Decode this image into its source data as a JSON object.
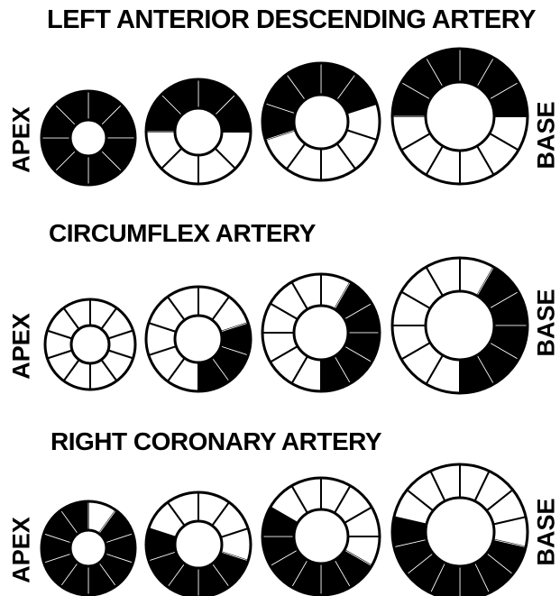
{
  "colors": {
    "fill": "#000000",
    "stroke": "#000000",
    "background": "#ffffff"
  },
  "labels": {
    "apex": "APEX",
    "base": "BASE"
  },
  "rows": [
    {
      "title": "LEFT ANTERIOR DESCENDING ARTERY",
      "rings": [
        {
          "segments": 8,
          "shaded": [
            0,
            1,
            2,
            3,
            4,
            5,
            6,
            7
          ]
        },
        {
          "segments": 8,
          "shaded": [
            0,
            1,
            6,
            7
          ]
        },
        {
          "segments": 10,
          "shaded": [
            0,
            1,
            7,
            8,
            9
          ]
        },
        {
          "segments": 12,
          "shaded": [
            0,
            1,
            2,
            9,
            10,
            11
          ]
        }
      ]
    },
    {
      "title": "CIRCUMFLEX  ARTERY",
      "rings": [
        {
          "segments": 10,
          "shaded": []
        },
        {
          "segments": 10,
          "shaded": [
            2,
            3,
            4
          ]
        },
        {
          "segments": 12,
          "shaded": [
            1,
            2,
            3,
            4,
            5
          ]
        },
        {
          "segments": 12,
          "shaded": [
            1,
            2,
            3,
            4,
            5
          ]
        }
      ]
    },
    {
      "title": "RIGHT CORONARY ARTERY",
      "rings": [
        {
          "segments": 10,
          "shaded": [
            1,
            2,
            3,
            4,
            5,
            6,
            7,
            8,
            9
          ]
        },
        {
          "segments": 10,
          "shaded": [
            3,
            4,
            5,
            6,
            7
          ]
        },
        {
          "segments": 12,
          "shaded": [
            4,
            5,
            6,
            7,
            8,
            9
          ]
        },
        {
          "segments": 14,
          "shaded": [
            4,
            5,
            6,
            7,
            8,
            9,
            10
          ]
        }
      ]
    }
  ]
}
